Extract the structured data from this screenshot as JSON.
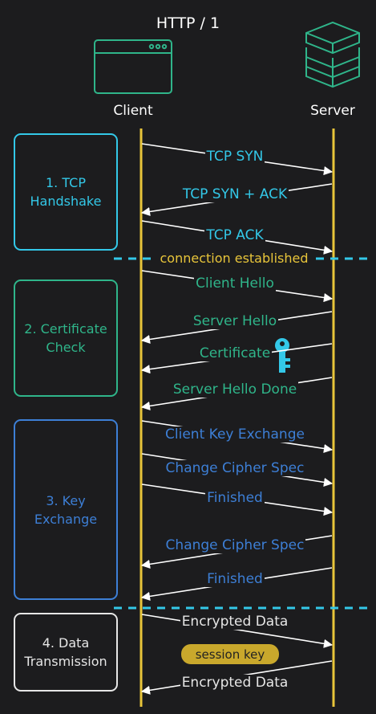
{
  "title": "HTTP / 1",
  "actors": {
    "client": "Client",
    "server": "Server"
  },
  "colors": {
    "background": "#1c1c1e",
    "lifeline": "#e8c53a",
    "tcp": "#33c8e8",
    "certificate": "#2fb58a",
    "key_exchange": "#3d7fd6",
    "data": "#e6e6e6",
    "arrow": "#ffffff",
    "session_key": "#c9a82c"
  },
  "phases": [
    {
      "id": "tcp",
      "line1": "1. TCP",
      "line2": "Handshake"
    },
    {
      "id": "cert",
      "line1": "2. Certificate",
      "line2": "Check"
    },
    {
      "id": "key",
      "line1": "3. Key",
      "line2": "Exchange"
    },
    {
      "id": "data",
      "line1": "4. Data",
      "line2": "Transmission"
    }
  ],
  "messages": [
    {
      "label": "TCP SYN",
      "phase": "tcp"
    },
    {
      "label": "TCP SYN + ACK",
      "phase": "tcp"
    },
    {
      "label": "TCP ACK",
      "phase": "tcp"
    },
    {
      "label": "Client Hello",
      "phase": "cert"
    },
    {
      "label": "Server Hello",
      "phase": "cert"
    },
    {
      "label": "Certificate",
      "phase": "cert"
    },
    {
      "label": "Server Hello Done",
      "phase": "cert"
    },
    {
      "label": "Client Key Exchange",
      "phase": "key"
    },
    {
      "label": "Change Cipher Spec",
      "phase": "key"
    },
    {
      "label": "Finished",
      "phase": "key"
    },
    {
      "label": "Change Cipher Spec",
      "phase": "key"
    },
    {
      "label": "Finished",
      "phase": "key"
    },
    {
      "label": "Encrypted Data",
      "phase": "data"
    },
    {
      "label": "Encrypted Data",
      "phase": "data"
    }
  ],
  "separators": {
    "connection": "connection established"
  },
  "session_key": "session key",
  "icons": {
    "client": "browser-window-icon",
    "server": "server-stack-icon",
    "certificate": "key-icon"
  }
}
